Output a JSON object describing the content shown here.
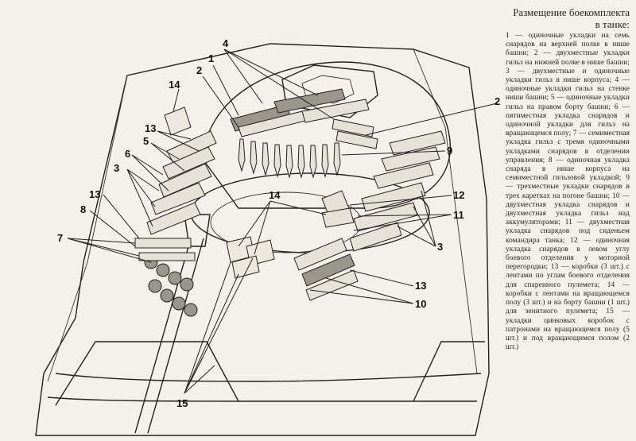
{
  "caption": {
    "title": "Размещение боекомплекта в танке:",
    "body": "1 — одиночные укладки на семь снарядов на верхней полке в нише башни; 2 — двухместные укладки гильз на нижней полке в нише башни; 3 — двухместные и одиночные укладки гильз в нише корпуса; 4 — одиночные укладки гильз на стенке ниши башни; 5 — одиночные укладки гильз на правом борту башни; 6 — пятиместная укладка снарядов и одиночной укладки для гильз на вращающемся полу; 7 — семиместная укладка гильз с тремя одиночными укладками снарядов в отделении управления; 8 — одиночная укладка снаряда в нише корпуса на семиместной гильзовой укладкой; 9 — трехместные укладки снарядов в трех каретках на погоне башни; 10 — двухместная укладка снарядов и двухместная укладка гильз над аккумуляторами; 11 — двухместная укладка снарядов под сиденьем командира танка; 12 — одиночная укладка снарядов в левом углу боевого отделения у моторной перегородки; 13 — коробки (3 шт.) с лентами по углам боевого отделения для спаренного пулемета; 14 — коробки с лентами на вращающемся полу (3 шт.) и на борту башни (1 шт.) для зенитного пулемета; 15 — укладки цинковых коробок с патронами на вращающемся полу (5 шт.) и под вращающимся полом (2 шт.)"
  },
  "callouts": {
    "n1": "1",
    "n2a": "2",
    "n2b": "2",
    "n3a": "3",
    "n3b": "3",
    "n4": "4",
    "n5": "5",
    "n6": "6",
    "n7": "7",
    "n8": "8",
    "n9": "9",
    "n10": "10",
    "n11": "11",
    "n12": "12",
    "n13a": "13",
    "n13b": "13",
    "n13c": "13",
    "n14a": "14",
    "n14b": "14",
    "n15": "15"
  }
}
